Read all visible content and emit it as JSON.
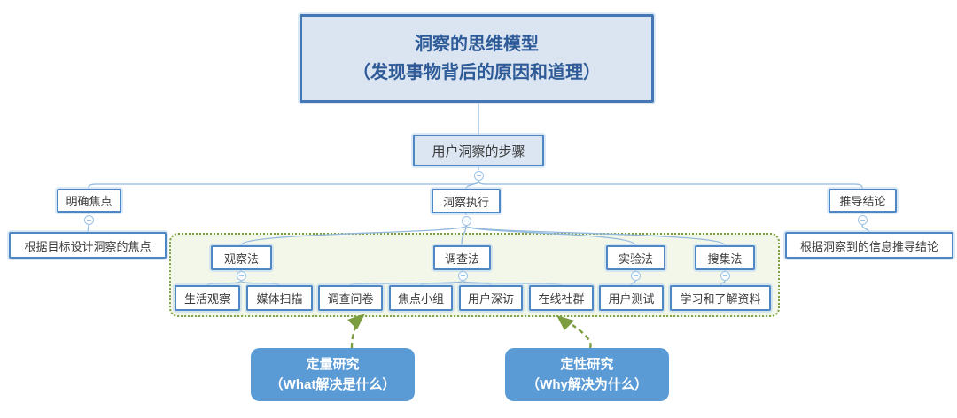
{
  "diagram": {
    "root": {
      "line1": "洞察的思维模型",
      "line2": "（发现事物背后的原因和道理）"
    },
    "steps": {
      "label": "用户洞察的步骤"
    },
    "branches": [
      {
        "label": "明确焦点",
        "detail": "根据目标设计洞察的焦点"
      },
      {
        "label": "洞察执行"
      },
      {
        "label": "推导结论",
        "detail": "根据洞察到的信息推导结论"
      }
    ],
    "methods": [
      {
        "label": "观察法",
        "children": [
          "生活观察",
          "媒体扫描"
        ]
      },
      {
        "label": "调查法",
        "children": [
          "调查问卷",
          "焦点小组",
          "用户深访",
          "在线社群"
        ]
      },
      {
        "label": "实验法",
        "children": [
          "用户测试"
        ]
      },
      {
        "label": "搜集法",
        "children": [
          "学习和了解资料"
        ]
      }
    ],
    "annotations": [
      {
        "line1": "定量研究",
        "line2": "（What解决是什么）"
      },
      {
        "line1": "定性研究",
        "line2": "（Why解决为什么）"
      }
    ],
    "colors": {
      "node_border_blue": "#4e87c3",
      "root_fill": "#dbe5f2",
      "root_text": "#2e5b97",
      "connector_blue": "#92b9de",
      "group_fill": "#f2f7ea",
      "group_border_green": "#7f9f43",
      "annotation_fill": "#5b9bd5",
      "annotation_text": "#ffffff"
    }
  }
}
